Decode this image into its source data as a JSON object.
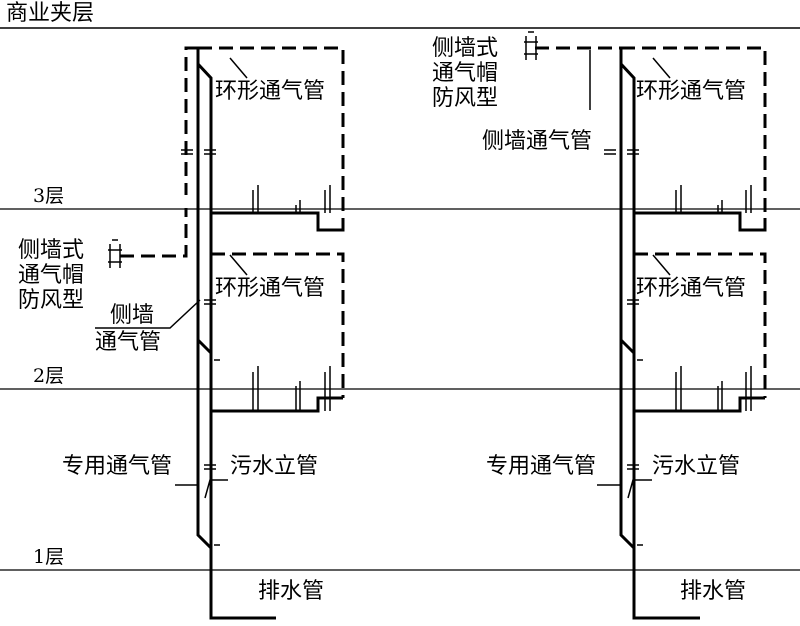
{
  "title": "商业夹层",
  "floors": {
    "f3": "3层",
    "f2": "2层",
    "f1": "1层"
  },
  "labels": {
    "loop_vent": "环形通气管",
    "side_cap_l1": "侧墙式",
    "side_cap_l2": "通气帽",
    "side_cap_l3": "防风型",
    "side_vent": "侧墙通气管",
    "side_vent_l1": "侧墙",
    "side_vent_l2": "通气管",
    "dedicated_vent": "专用通气管",
    "soil_stack": "污水立管",
    "drain_pipe": "排水管"
  }
}
